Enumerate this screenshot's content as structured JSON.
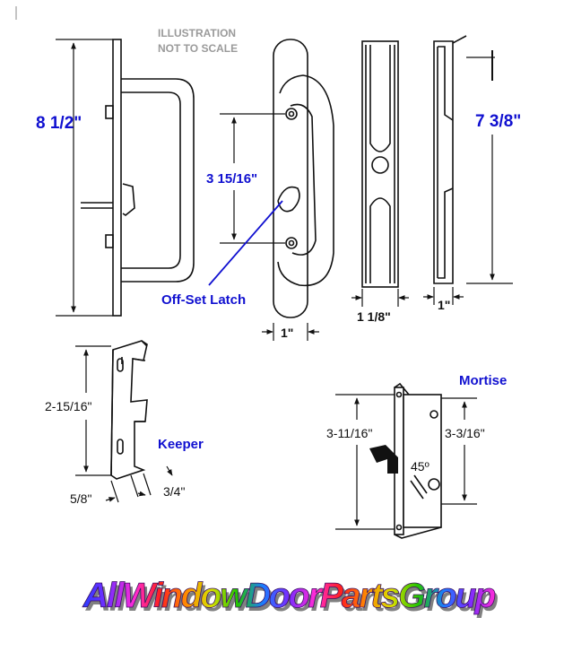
{
  "note": {
    "line1": "ILLUSTRATION",
    "line2": "NOT TO SCALE"
  },
  "handle": {
    "overall_height": "8 1/2\"",
    "hole_spacing": "3 15/16\"",
    "latch_label": "Off-Set Latch",
    "front_width": "1\""
  },
  "inside_pull": {
    "width": "1 1/8\"",
    "side_width": "1\"",
    "height": "7 3/8\""
  },
  "keeper": {
    "label": "Keeper",
    "height": "2-15/16\"",
    "depth": "5/8\"",
    "width": "3/4\""
  },
  "mortise": {
    "label": "Mortise",
    "overall_height": "3-11/16\"",
    "hole_spacing": "3-3/16\"",
    "angle": "45º"
  },
  "brand": {
    "name": "AllWindowDoorPartsGroup",
    "gradient": [
      "#2a3cff",
      "#7a2cff",
      "#ff2bd6",
      "#ff2020",
      "#ff8a00",
      "#d8e000",
      "#22c400",
      "#1c7bff",
      "#7a2cff",
      "#ff2bd6",
      "#ff2020",
      "#ff8a00",
      "#d8e000",
      "#22c400",
      "#1c7bff",
      "#7a2cff",
      "#ff2bd6"
    ]
  }
}
